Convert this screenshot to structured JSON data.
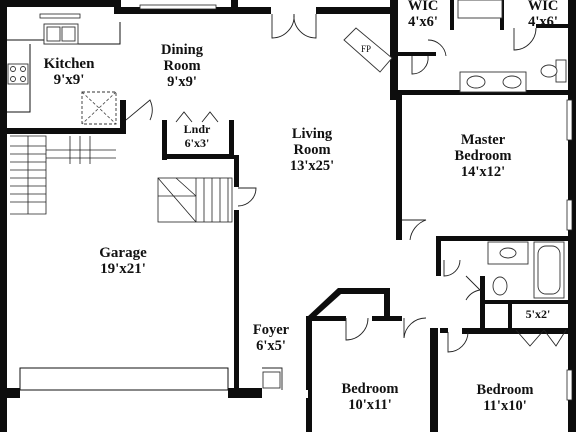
{
  "plan": {
    "rooms": [
      {
        "key": "wic_left",
        "name": "WIC",
        "dims": "4'x6'"
      },
      {
        "key": "wic_right",
        "name": "WIC",
        "dims": "4'x6'"
      },
      {
        "key": "kitchen",
        "name": "Kitchen",
        "dims": "9'x9'"
      },
      {
        "key": "dining",
        "name": "Dining Room",
        "dims": "9'x9'"
      },
      {
        "key": "laundry",
        "name": "Lndr",
        "dims": "6'x3'"
      },
      {
        "key": "living",
        "name": "Living Room",
        "dims": "13'x25'"
      },
      {
        "key": "master",
        "name": "Master Bedroom",
        "dims": "14'x12'"
      },
      {
        "key": "garage",
        "name": "Garage",
        "dims": "19'x21'"
      },
      {
        "key": "foyer",
        "name": "Foyer",
        "dims": "6'x5'"
      },
      {
        "key": "closet",
        "name": "",
        "dims": "5'x2'"
      },
      {
        "key": "bedroom1",
        "name": "Bedroom",
        "dims": "10'x11'"
      },
      {
        "key": "bedroom2",
        "name": "Bedroom",
        "dims": "11'x10'"
      }
    ],
    "fireplace_label": "FP"
  }
}
